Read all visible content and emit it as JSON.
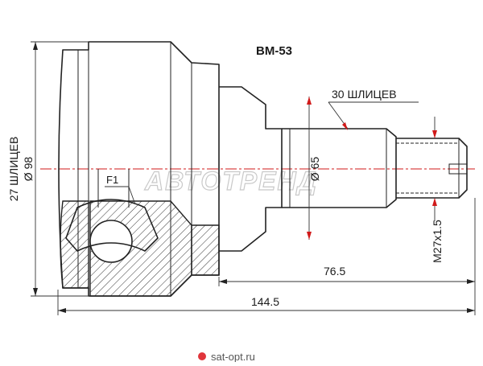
{
  "part_number": "BM-53",
  "labels": {
    "outer_splines": "27 ШЛИЦЕВ",
    "outer_diameter": "Ø 98",
    "shaft_splines": "30 ШЛИЦЕВ",
    "shaft_diameter": "Ø 65",
    "thread": "M27x1.5",
    "flange_label": "F1",
    "length_shaft": "76.5",
    "length_total": "144.5"
  },
  "watermark": {
    "brand": "АВТОТРЕНД",
    "site": "sat-opt.ru"
  },
  "colors": {
    "outline": "#222222",
    "centerline": "#d11a1a",
    "watermark": "#c9c9c9"
  }
}
